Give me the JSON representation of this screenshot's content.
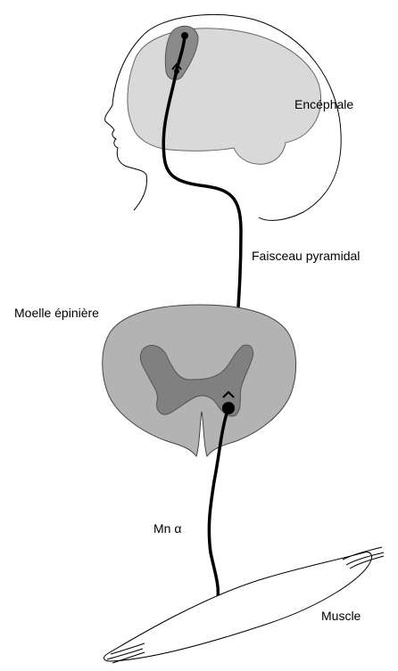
{
  "labels": {
    "encephale": "Encéphale",
    "faisceau": "Faisceau pyramidal",
    "moelle": "Moelle épinière",
    "mn": "Mn α",
    "muscle": "Muscle"
  },
  "colors": {
    "outline": "#000000",
    "brain_fill": "#d9d9d9",
    "cortex_fill": "#8a8a8a",
    "spinal_fill": "#b3b3b3",
    "gray_matter_fill": "#808080",
    "background": "#ffffff"
  }
}
